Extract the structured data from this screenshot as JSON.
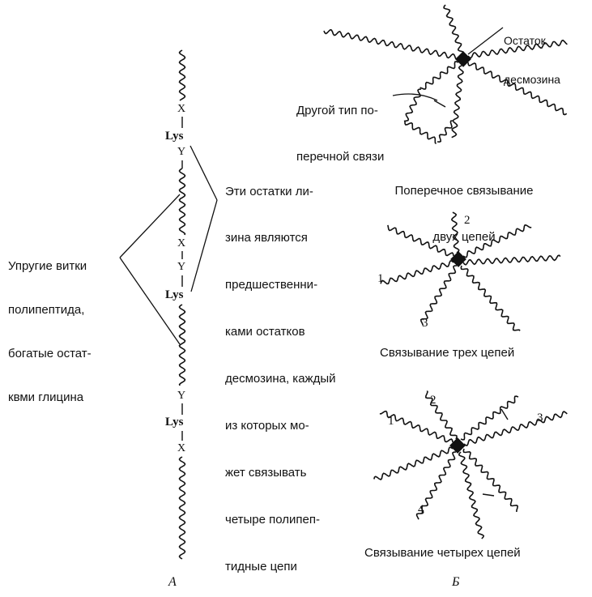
{
  "panelA": {
    "label": "А",
    "chain_labels": [
      {
        "kind": "xy",
        "text": "X"
      },
      {
        "kind": "lys",
        "text": "Lys"
      },
      {
        "kind": "xy",
        "text": "Y"
      },
      {
        "kind": "xy",
        "text": "X"
      },
      {
        "kind": "xy",
        "text": "Y"
      },
      {
        "kind": "lys",
        "text": "Lys"
      },
      {
        "kind": "xy",
        "text": "Y"
      },
      {
        "kind": "lys",
        "text": "Lys"
      },
      {
        "kind": "xy",
        "text": "X"
      }
    ],
    "left_note": [
      "Упругие витки",
      "полипептида,",
      "богатые остат-",
      "квми глицина"
    ],
    "right_note": [
      "Эти остатки ли-",
      "зина являются",
      "предшественни-",
      "ками остатков",
      "десмозина, каждый",
      "из которых мо-",
      "жет связывать",
      "четыре полипеп-",
      "тидные цепи"
    ]
  },
  "panelB": {
    "label": "Б",
    "desmosine_label": [
      "Остаток",
      "десмозина"
    ],
    "other_crosslink_label": [
      "Другой тип по-",
      "перечной связи"
    ],
    "two_chains_caption": [
      "Поперечное связывание",
      "двух цепей"
    ],
    "three_chains_caption": "Связывание трех цепей",
    "three_chain_numbers": [
      "1",
      "2",
      "3"
    ],
    "four_chains_caption": "Связывание четырех цепей",
    "four_chain_numbers": [
      "1",
      "2",
      "3",
      "4"
    ]
  }
}
